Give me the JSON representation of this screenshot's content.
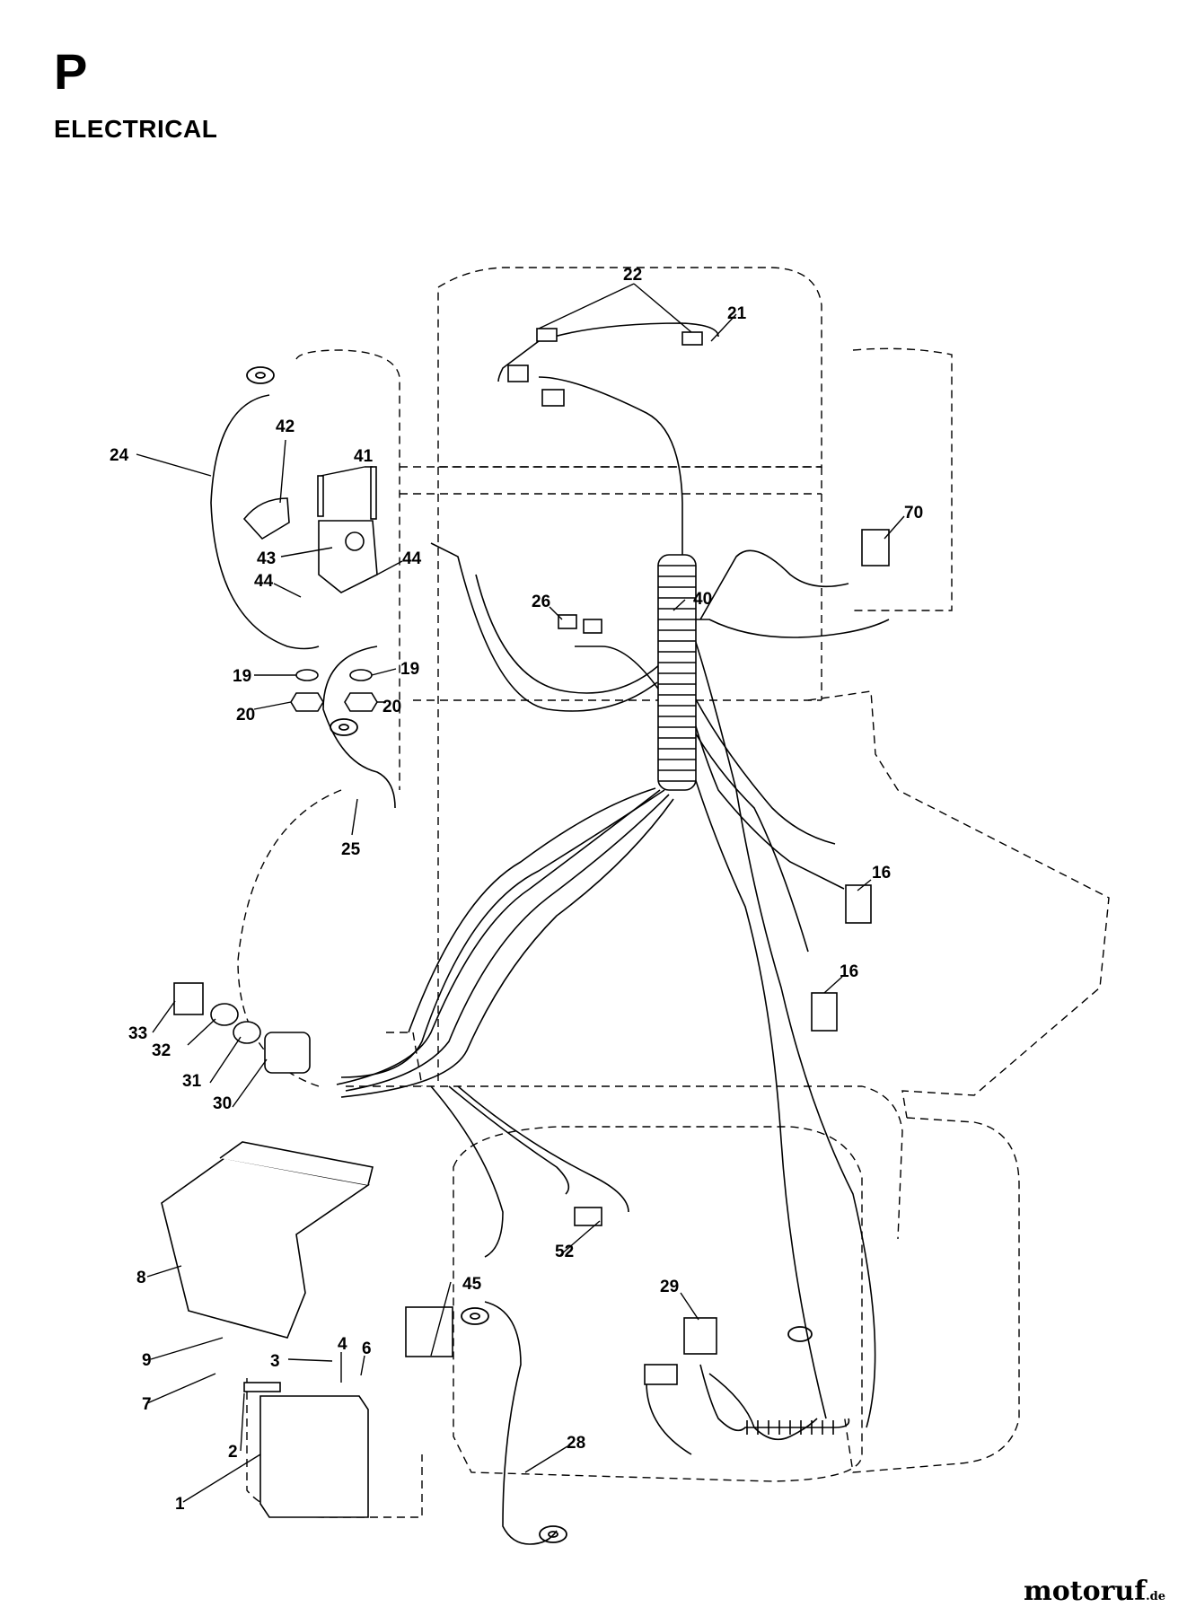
{
  "header": {
    "section_letter": "P",
    "section_title": "ELECTRICAL"
  },
  "callouts": [
    {
      "id": "c22",
      "label": "22"
    },
    {
      "id": "c21",
      "label": "21"
    },
    {
      "id": "c24",
      "label": "24"
    },
    {
      "id": "c42",
      "label": "42"
    },
    {
      "id": "c41",
      "label": "41"
    },
    {
      "id": "c43",
      "label": "43"
    },
    {
      "id": "c44a",
      "label": "44"
    },
    {
      "id": "c44b",
      "label": "44"
    },
    {
      "id": "c70",
      "label": "70"
    },
    {
      "id": "c40",
      "label": "40"
    },
    {
      "id": "c26",
      "label": "26"
    },
    {
      "id": "c19a",
      "label": "19"
    },
    {
      "id": "c19b",
      "label": "19"
    },
    {
      "id": "c20a",
      "label": "20"
    },
    {
      "id": "c20b",
      "label": "20"
    },
    {
      "id": "c25",
      "label": "25"
    },
    {
      "id": "c16a",
      "label": "16"
    },
    {
      "id": "c16b",
      "label": "16"
    },
    {
      "id": "c33",
      "label": "33"
    },
    {
      "id": "c32",
      "label": "32"
    },
    {
      "id": "c31",
      "label": "31"
    },
    {
      "id": "c30",
      "label": "30"
    },
    {
      "id": "c8",
      "label": "8"
    },
    {
      "id": "c45",
      "label": "45"
    },
    {
      "id": "c52",
      "label": "52"
    },
    {
      "id": "c29",
      "label": "29"
    },
    {
      "id": "c9",
      "label": "9"
    },
    {
      "id": "c3",
      "label": "3"
    },
    {
      "id": "c4",
      "label": "4"
    },
    {
      "id": "c6",
      "label": "6"
    },
    {
      "id": "c7",
      "label": "7"
    },
    {
      "id": "c2",
      "label": "2"
    },
    {
      "id": "c1",
      "label": "1"
    },
    {
      "id": "c28",
      "label": "28"
    }
  ],
  "watermark": {
    "brand": "motoruf",
    "suffix": ".de"
  }
}
